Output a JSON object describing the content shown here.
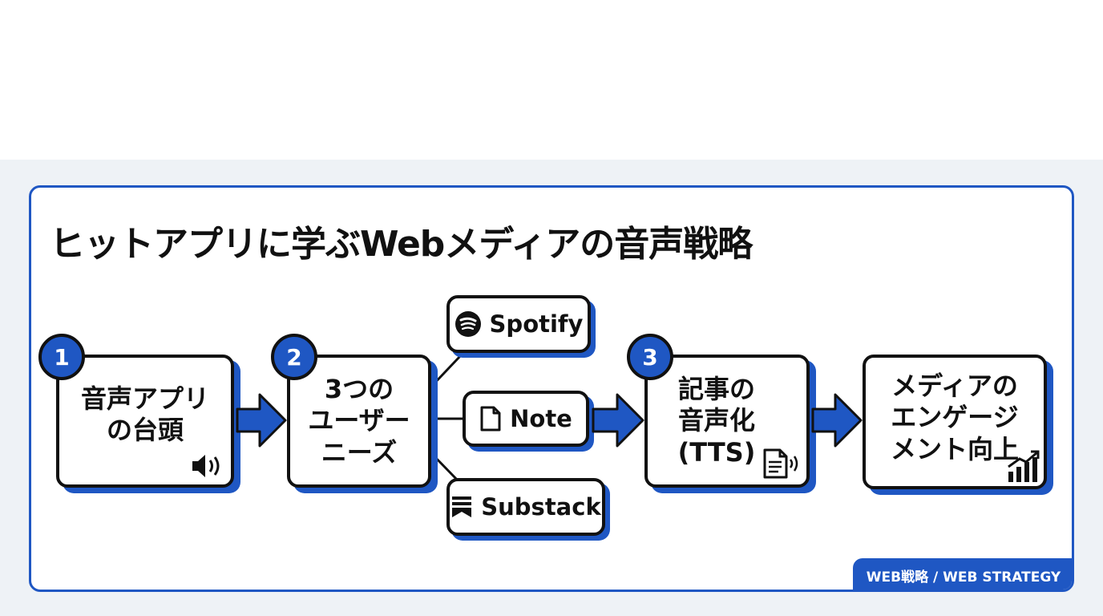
{
  "title": "ヒットアプリに学ぶWebメディアの音声戦略",
  "steps": [
    {
      "badge": "1",
      "label": "音声アプリ\nの台頭",
      "icon": "speaker-icon"
    },
    {
      "badge": "2",
      "label": "3つの\nユーザー\nニーズ"
    },
    {
      "badge": "3",
      "label": "記事の\n音声化\n(TTS)",
      "icon": "document-audio-icon"
    },
    {
      "label": "メディアの\nエンゲージ\nメント向上",
      "icon": "growth-chart-icon"
    }
  ],
  "apps": [
    {
      "name": "Spotify",
      "icon": "spotify-icon"
    },
    {
      "name": "Note",
      "icon": "note-icon"
    },
    {
      "name": "Substack",
      "icon": "substack-icon"
    }
  ],
  "footer": "WEB戦略 / WEB STRATEGY",
  "colors": {
    "accent": "#1f57c3",
    "border": "#111111",
    "background": "#eef2f6"
  }
}
